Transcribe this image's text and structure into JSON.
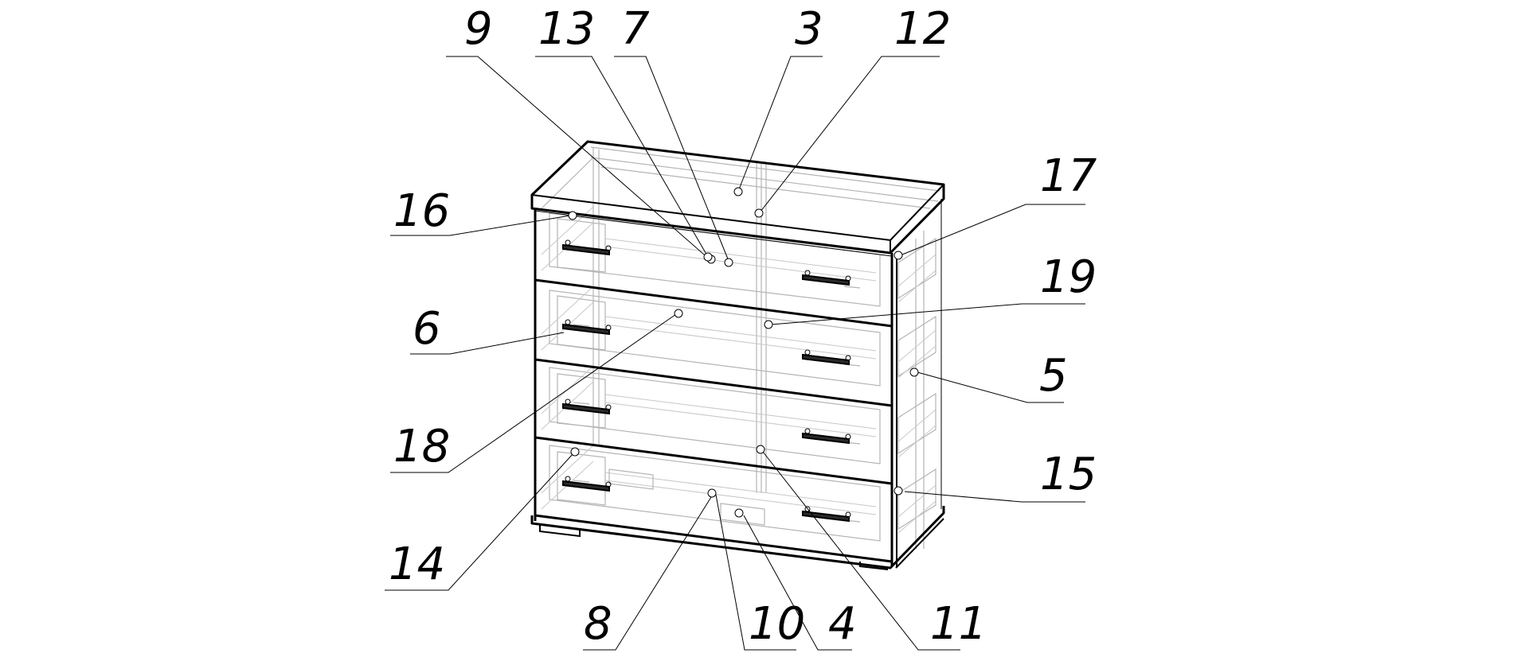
{
  "drawing": {
    "subject": "Chest of drawers, isometric assembly view",
    "style": "ghosted wireframe with callout numbers",
    "colors": {
      "outline": "#000000",
      "hidden_lines": "#b4b4b4",
      "background": "#ffffff"
    },
    "drawer_count": 4,
    "handles_per_drawer": 2
  },
  "callouts": [
    {
      "id": "9",
      "label": "9"
    },
    {
      "id": "13",
      "label": "13"
    },
    {
      "id": "7",
      "label": "7"
    },
    {
      "id": "3",
      "label": "3"
    },
    {
      "id": "12",
      "label": "12"
    },
    {
      "id": "16",
      "label": "16"
    },
    {
      "id": "17",
      "label": "17"
    },
    {
      "id": "19",
      "label": "19"
    },
    {
      "id": "6",
      "label": "6"
    },
    {
      "id": "5",
      "label": "5"
    },
    {
      "id": "18",
      "label": "18"
    },
    {
      "id": "15",
      "label": "15"
    },
    {
      "id": "14",
      "label": "14"
    },
    {
      "id": "8",
      "label": "8"
    },
    {
      "id": "10",
      "label": "10"
    },
    {
      "id": "4",
      "label": "4"
    },
    {
      "id": "11",
      "label": "11"
    }
  ]
}
